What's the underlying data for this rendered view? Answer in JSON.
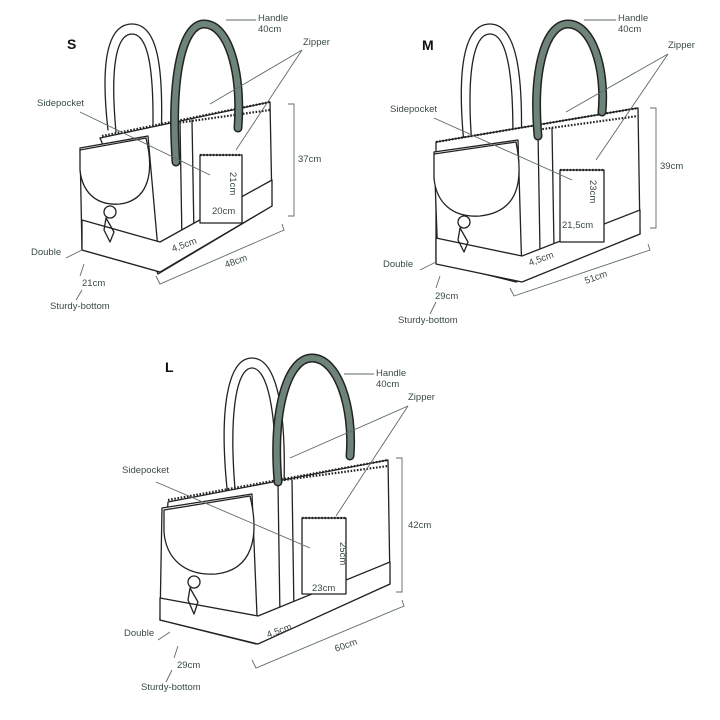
{
  "bags": [
    {
      "id": "s",
      "size": "S",
      "handle_label": "Handle",
      "handle_length": "40cm",
      "zipper": "Zipper",
      "sidepocket": "Sidepocket",
      "height": "37cm",
      "pocket_height": "21cm",
      "pocket_width": "20cm",
      "depth": "4,5cm",
      "length": "48cm",
      "double": "Double",
      "bottom_width": "21cm",
      "bottom": "Sturdy-bottom",
      "accent_color": "#6e8478"
    },
    {
      "id": "m",
      "size": "M",
      "handle_label": "Handle",
      "handle_length": "40cm",
      "zipper": "Zipper",
      "sidepocket": "Sidepocket",
      "height": "39cm",
      "pocket_height": "23cm",
      "pocket_width": "21,5cm",
      "depth": "4,5cm",
      "length": "51cm",
      "double": "Double",
      "bottom_width": "29cm",
      "bottom": "Sturdy-bottom",
      "accent_color": "#6e8478"
    },
    {
      "id": "l",
      "size": "L",
      "handle_label": "Handle",
      "handle_length": "40cm",
      "zipper": "Zipper",
      "sidepocket": "Sidepocket",
      "height": "42cm",
      "pocket_height": "25cm",
      "pocket_width": "23cm",
      "depth": "4,5cm",
      "length": "60cm",
      "double": "Double",
      "bottom_width": "29cm",
      "bottom": "Sturdy-bottom",
      "accent_color": "#6e8478"
    }
  ]
}
